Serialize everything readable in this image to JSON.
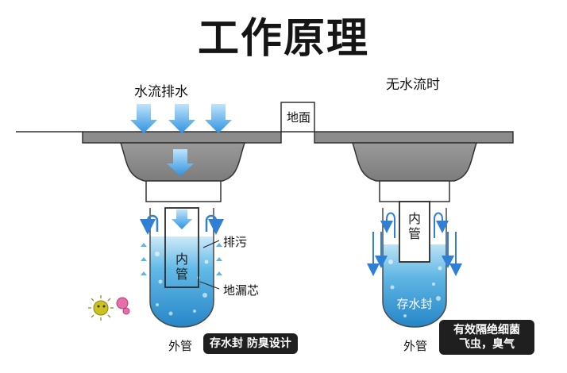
{
  "title": "工作原理",
  "left": {
    "heading": "水流排水",
    "inner_tube_label": "内\n管",
    "label_discharge": "排污",
    "label_core": "地漏芯",
    "outer_tube_label": "外管",
    "callout": "存水封 防臭设计"
  },
  "floor_label": "地面",
  "right": {
    "heading": "无水流时",
    "inner_tube_label": "内\n管",
    "water_seal_label": "存水封",
    "outer_tube_label": "外管",
    "callout_line1": "有效隔绝细菌",
    "callout_line2": "飞虫，臭气"
  },
  "colors": {
    "floor": "#8a8a8a",
    "floor_stroke": "#3a3a3a",
    "arrow_blue": "#4aa3e6",
    "flow_blue": "#2f7fd6",
    "water_top": "#9ad3f0",
    "water_bottom": "#1f86c8",
    "callout_bg": "#1f1f1f"
  }
}
